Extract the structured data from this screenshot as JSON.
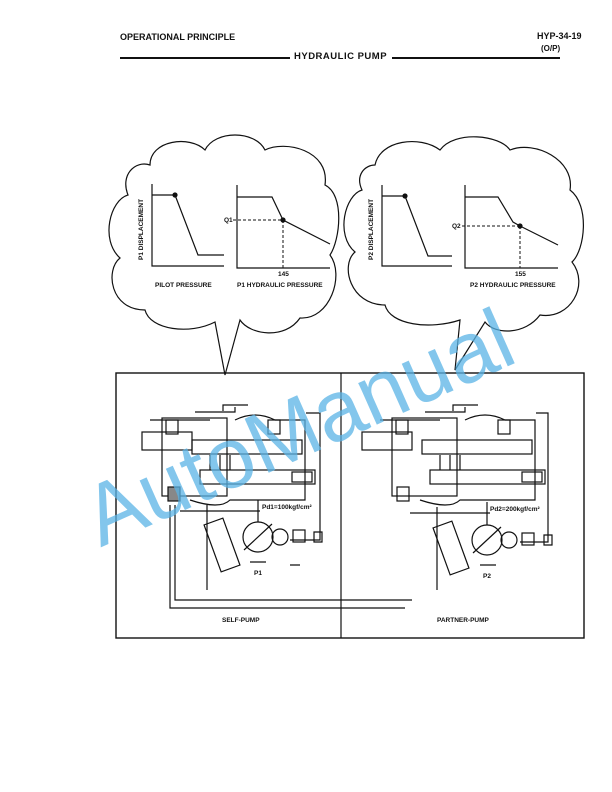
{
  "header": {
    "section": "OPERATIONAL PRINCIPLE",
    "page_id": "HYP-34-19",
    "page_sub": "(O/P)",
    "title": "HYDRAULIC PUMP"
  },
  "graphs": {
    "p1_disp_ylabel": "P1 DISPLACEMENT",
    "pilot_xlabel": "PILOT PRESSURE",
    "q1_label": "Q1",
    "p1_tick": "145",
    "p1_hyd_xlabel": "P1 HYDRAULIC PRESSURE",
    "p2_disp_ylabel": "P2 DISPLACEMENT",
    "q2_label": "Q2",
    "p2_tick": "155",
    "p2_hyd_xlabel": "P2 HYDRAULIC PRESSURE"
  },
  "schematic": {
    "pd1": "Pd1=100kgf/cm²",
    "pd2": "Pd2=200kgf/cm²",
    "p1": "P1",
    "p2": "P2",
    "self_label": "SELF-PUMP",
    "partner_label": "PARTNER-PUMP"
  },
  "watermark": "AutoManual",
  "colors": {
    "watermark": "#5ab4e6",
    "ink": "#111111"
  }
}
